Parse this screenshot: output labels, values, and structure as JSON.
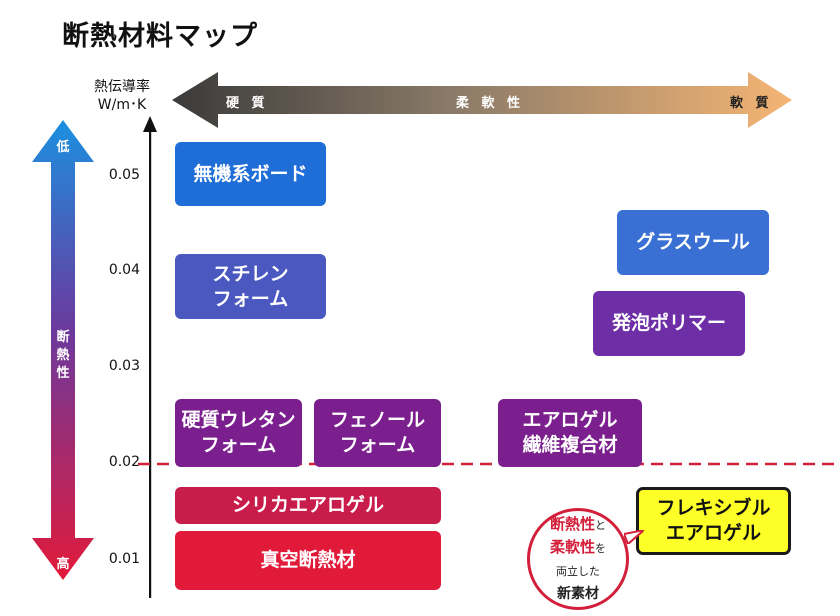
{
  "title": "断熱材料マップ",
  "y_axis": {
    "label_line1": "熱伝導率",
    "label_line2": "W/m･K",
    "ticks": [
      "0.05",
      "0.04",
      "0.03",
      "0.02",
      "0.01"
    ]
  },
  "flexibility_axis": {
    "left": "硬 質",
    "middle": "柔 軟 性",
    "right": "軟 質"
  },
  "insulation_axis": {
    "top": "低",
    "middle_1": "断",
    "middle_2": "熱",
    "middle_3": "性",
    "bottom": "高"
  },
  "boxes": {
    "inorganic_board": "無機系ボード",
    "styrene_foam": "スチレン\nフォーム",
    "rigid_urethane": "硬質ウレタン\nフォーム",
    "phenol_foam": "フェノール\nフォーム",
    "aerogel_fiber": "エアロゲル\n繊維複合材",
    "silica_aerogel": "シリカエアロゲル",
    "vacuum_insulation": "真空断熱材",
    "glass_wool": "グラスウール",
    "foam_polymer": "発泡ポリマー",
    "flexible_aerogel": "フレキシブル\nエアロゲル"
  },
  "callout": {
    "part1": "断熱性",
    "part2": "と",
    "part3": "柔軟性",
    "part4": "を",
    "part5": "両立した",
    "part6": "新素材"
  },
  "colors": {
    "red": "#d21f3a",
    "purple": "#74208a",
    "blue": "#1b7fdc",
    "yellow": "#ffff28"
  }
}
